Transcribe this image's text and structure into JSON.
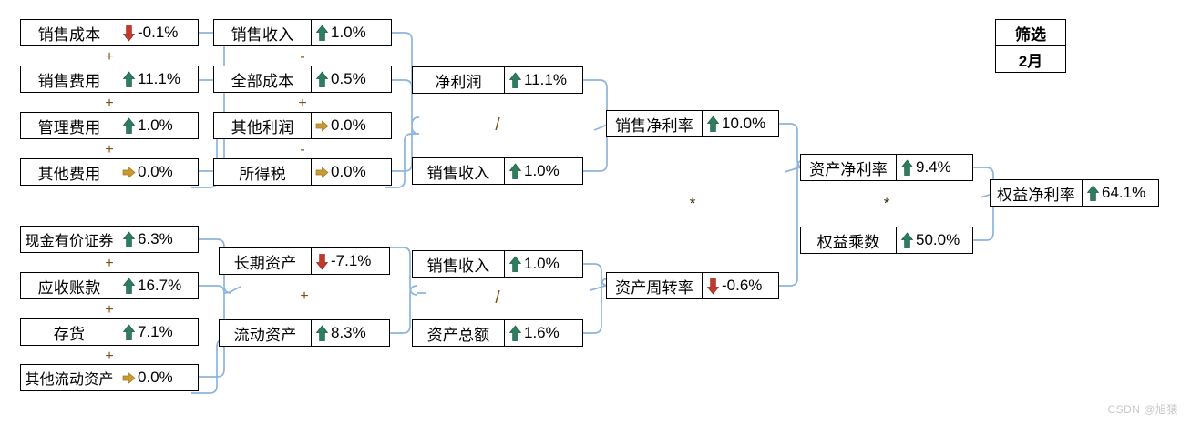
{
  "meta": {
    "watermark": "CSDN @旭猿",
    "accent_line": "#8cb4de",
    "up_color": "#2e7d5f",
    "down_color": "#c0392b",
    "flat_color": "#c79a33",
    "operator_color": "#7f4f12"
  },
  "filter": {
    "title": "筛选",
    "value": "2月"
  },
  "nodes": {
    "cost_of_sales": {
      "label": "销售成本",
      "value": "-0.1%",
      "trend": "down"
    },
    "selling_expense": {
      "label": "销售费用",
      "value": "11.1%",
      "trend": "up"
    },
    "admin_expense": {
      "label": "管理费用",
      "value": "1.0%",
      "trend": "up"
    },
    "other_expense": {
      "label": "其他费用",
      "value": "0.0%",
      "trend": "flat"
    },
    "sales_revenue_1": {
      "label": "销售收入",
      "value": "1.0%",
      "trend": "up"
    },
    "total_cost": {
      "label": "全部成本",
      "value": "0.5%",
      "trend": "up"
    },
    "other_profit": {
      "label": "其他利润",
      "value": "0.0%",
      "trend": "flat"
    },
    "income_tax": {
      "label": "所得税",
      "value": "0.0%",
      "trend": "flat"
    },
    "net_profit": {
      "label": "净利润",
      "value": "11.1%",
      "trend": "up"
    },
    "sales_revenue_2": {
      "label": "销售收入",
      "value": "1.0%",
      "trend": "up"
    },
    "net_profit_margin": {
      "label": "销售净利率",
      "value": "10.0%",
      "trend": "up"
    },
    "cash_securities": {
      "label": "现金有价证券",
      "value": "6.3%",
      "trend": "up"
    },
    "accounts_receivable": {
      "label": "应收账款",
      "value": "16.7%",
      "trend": "up"
    },
    "inventory": {
      "label": "存货",
      "value": "7.1%",
      "trend": "up"
    },
    "other_current_assets": {
      "label": "其他流动资产",
      "value": "0.0%",
      "trend": "flat"
    },
    "long_term_assets": {
      "label": "长期资产",
      "value": "-7.1%",
      "trend": "down"
    },
    "current_assets": {
      "label": "流动资产",
      "value": "8.3%",
      "trend": "up"
    },
    "sales_revenue_3": {
      "label": "销售收入",
      "value": "1.0%",
      "trend": "up"
    },
    "total_assets": {
      "label": "资产总额",
      "value": "1.6%",
      "trend": "up"
    },
    "asset_turnover": {
      "label": "资产周转率",
      "value": "-0.6%",
      "trend": "down"
    },
    "return_on_assets": {
      "label": "资产净利率",
      "value": "9.4%",
      "trend": "up"
    },
    "equity_multiplier": {
      "label": "权益乘数",
      "value": "50.0%",
      "trend": "up"
    },
    "return_on_equity": {
      "label": "权益净利率",
      "value": "64.1%",
      "trend": "up"
    }
  },
  "operators": {
    "plus": "+",
    "minus": "-",
    "divide": "/",
    "times": "*"
  }
}
